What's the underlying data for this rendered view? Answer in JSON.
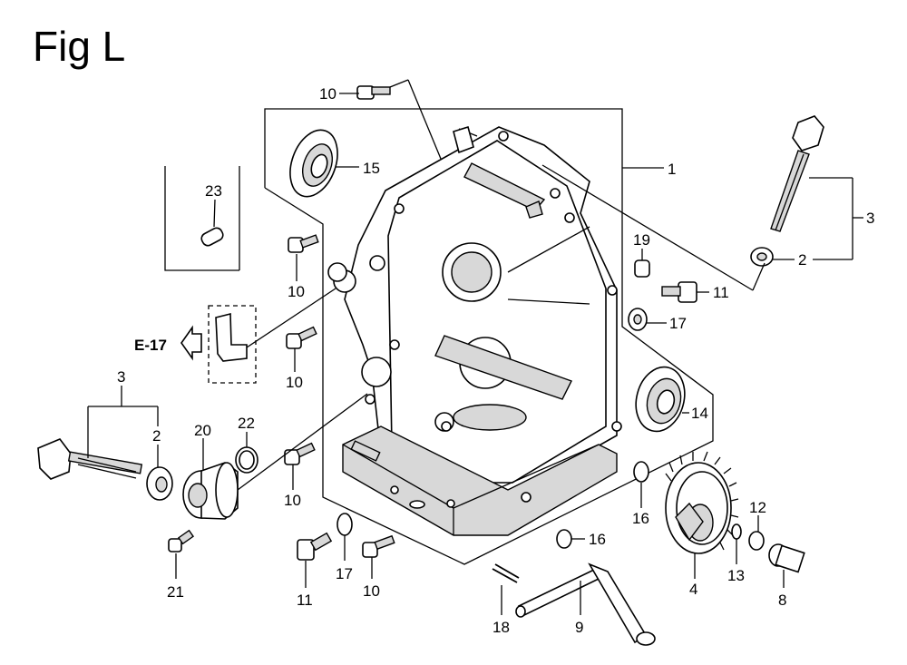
{
  "title": "Fig L",
  "reference": {
    "label": "E-17"
  },
  "callouts": {
    "c1": "1",
    "c2a": "2",
    "c2b": "2",
    "c3a": "3",
    "c3b": "3",
    "c4": "4",
    "c8": "8",
    "c9": "9",
    "c10a": "10",
    "c10b": "10",
    "c10c": "10",
    "c10d": "10",
    "c10e": "10",
    "c11a": "11",
    "c11b": "11",
    "c12": "12",
    "c13": "13",
    "c14": "14",
    "c15": "15",
    "c16a": "16",
    "c16b": "16",
    "c17a": "17",
    "c17b": "17",
    "c18": "18",
    "c19": "19",
    "c20": "20",
    "c21": "21",
    "c22": "22",
    "c23": "23"
  }
}
